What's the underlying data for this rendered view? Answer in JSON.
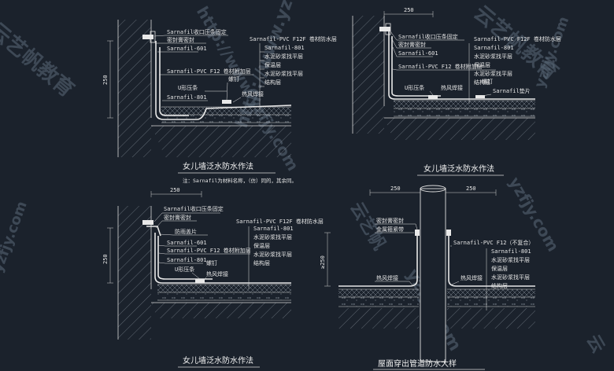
{
  "watermarks": {
    "brand": "云艺帆教育",
    "url_a": "http://www.yzfjy.com",
    "url_b": "yzfjy.com",
    "brand_short": "云艺帆",
    "corner": "云"
  },
  "detail1": {
    "labels_left": [
      "Sarnafil收口压条固定",
      "密封膏密封",
      "Sarnafil-601",
      "Sarnafil-PVC F12 卷材附加层",
      "U形压条",
      "Sarnafil-801"
    ],
    "labels_right": [
      "Sarnafil-PVC F12F 卷材防水层",
      "Sarnafil-801",
      "水泥砂浆找平层",
      "保温层",
      "水泥砂浆找平层",
      "结构层"
    ],
    "nail": "螺钉",
    "weld": "热风焊接",
    "dim_v": "250",
    "title": "女儿墙泛水防水作法",
    "note": "注：Sarnafil为材料名称，（仿）同的，其余同。"
  },
  "detail2": {
    "labels_left": [
      "Sarnafil收口压条固定",
      "密封膏密封",
      "Sarnafil-601",
      "Sarnafil-PVC F12 卷材附加层",
      "U形压条"
    ],
    "labels_right": [
      "Sarnafil-PVC F12F 卷材防水层",
      "Sarnafil-801",
      "水泥砂浆找平层",
      "保温层",
      "水泥砂浆找平层",
      "结构层"
    ],
    "nail": "螺钉",
    "weld": "热风焊接",
    "sheet": "Sarnafil垫片",
    "dim_h": "250",
    "title": "女儿墙泛水防水作法"
  },
  "detail3": {
    "labels_left": [
      "Sarnafil收口压条固定",
      "密封膏密封",
      "防雨盖片",
      "Sarnafil-601",
      "Sarnafil-PVC F12 卷材附加层",
      "Sarnafil-801",
      "U形压条"
    ],
    "labels_right": [
      "Sarnafil-PVC F12F 卷材防水层",
      "Sarnafil-801",
      "水泥砂浆找平层",
      "保温层",
      "水泥砂浆找平层",
      "结构层"
    ],
    "nail": "螺钉",
    "weld": "热风焊接",
    "dim_h": "250",
    "dim_v": "250",
    "title": "女儿墙泛水防水作法"
  },
  "detail4": {
    "labels_left": [
      "密封膏密封",
      "金属箍紧带"
    ],
    "labels_right": [
      "Sarnafil-PVC F12（不复合）",
      "Sarnafil-801",
      "水泥砂浆找平层",
      "保温层",
      "水泥砂浆找平层",
      "结构层"
    ],
    "weld_left": "热风焊接",
    "weld_right": "热风焊接",
    "dim_h_left": "250",
    "dim_h_right": "250",
    "dim_v": "≥250",
    "title": "屋面穿出管道防水大样"
  }
}
